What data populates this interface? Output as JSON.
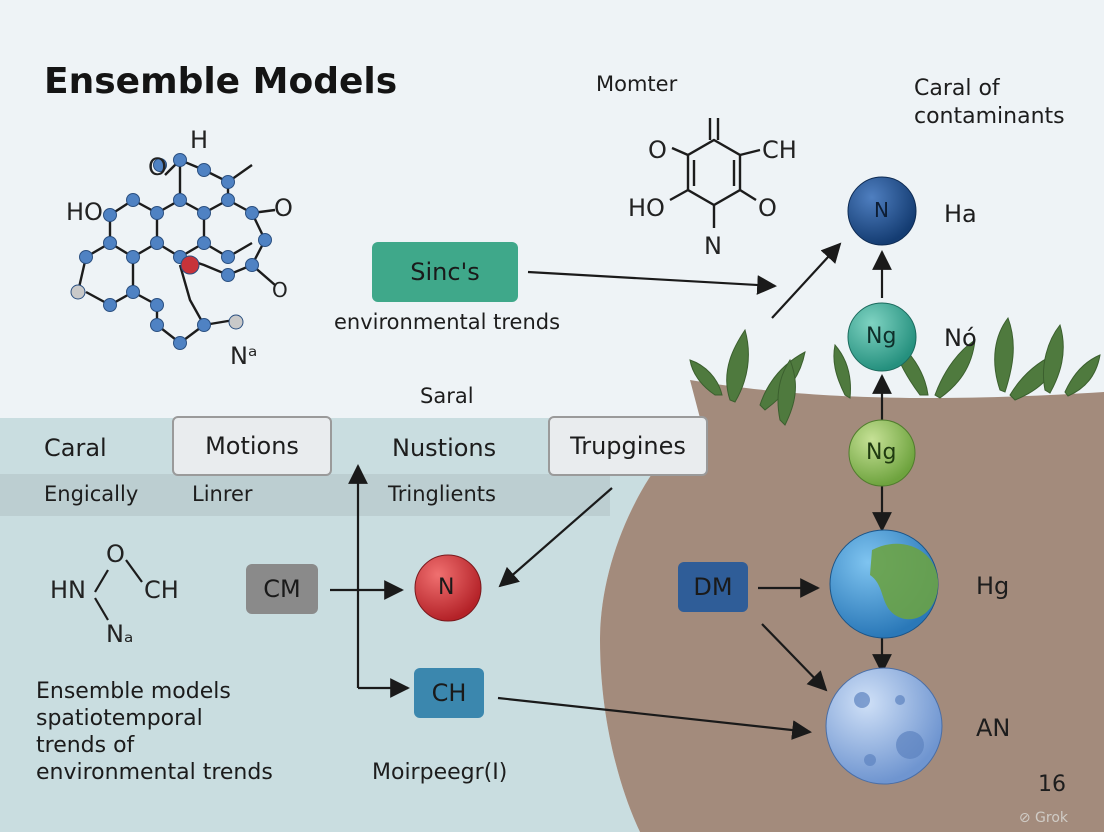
{
  "title": "Ensemble Models",
  "molecules": {
    "large": {
      "ho": "HO",
      "h": "H",
      "o1": "O",
      "o2": "O",
      "na": "Nᵃ"
    },
    "monomer": {
      "label": "Momter",
      "o1": "O",
      "ch": "CH",
      "ho": "HO",
      "o2": "O",
      "n": "N"
    },
    "small": {
      "hn": "HN",
      "o": "O",
      "ch": "CH",
      "na": "Nₐ"
    }
  },
  "header_right": {
    "line1": "Caral of",
    "line2": "contaminants"
  },
  "sinc": {
    "label": "Sinc's",
    "caption": "environmental trends"
  },
  "saral": "Saral",
  "table_row1": {
    "caral": "Caral",
    "motions": "Motions",
    "nustions": "Nustions",
    "trupgines": "Trupgines"
  },
  "table_row2": {
    "engically": "Engically",
    "linrer": "Linrer",
    "tringlients": "Tringlients"
  },
  "nodes": {
    "cm": "CM",
    "n": "N",
    "ch": "CH",
    "dm": "DM"
  },
  "moirpeegr": "Moirpeegr(I)",
  "description": [
    "Ensemble models",
    "spatiotemporal",
    "trends of",
    "environmental trends"
  ],
  "spheres": [
    {
      "id": "ha-sphere",
      "inner": "N",
      "label": "Ha"
    },
    {
      "id": "no-sphere",
      "inner": "Ng",
      "label": "Nó"
    },
    {
      "id": "ng-sphere",
      "inner": "Ng",
      "label": ""
    },
    {
      "id": "hg-sphere",
      "inner": "",
      "label": "Hg"
    },
    {
      "id": "an-sphere",
      "inner": "",
      "label": "AN"
    }
  ],
  "page_number": "16",
  "watermark": "Grok",
  "colors": {
    "sky": "#eef3f6",
    "water": "#c9dde0",
    "soil": "#a38b7c",
    "sinc_box": "#3fa88a",
    "cm_box": "#8a8a8a",
    "ch_box": "#3b87ae",
    "dm_box": "#2f5d98",
    "atom_blue": "#4f82c3",
    "atom_red": "#c7333a",
    "leaf": "#4f7a3e"
  }
}
